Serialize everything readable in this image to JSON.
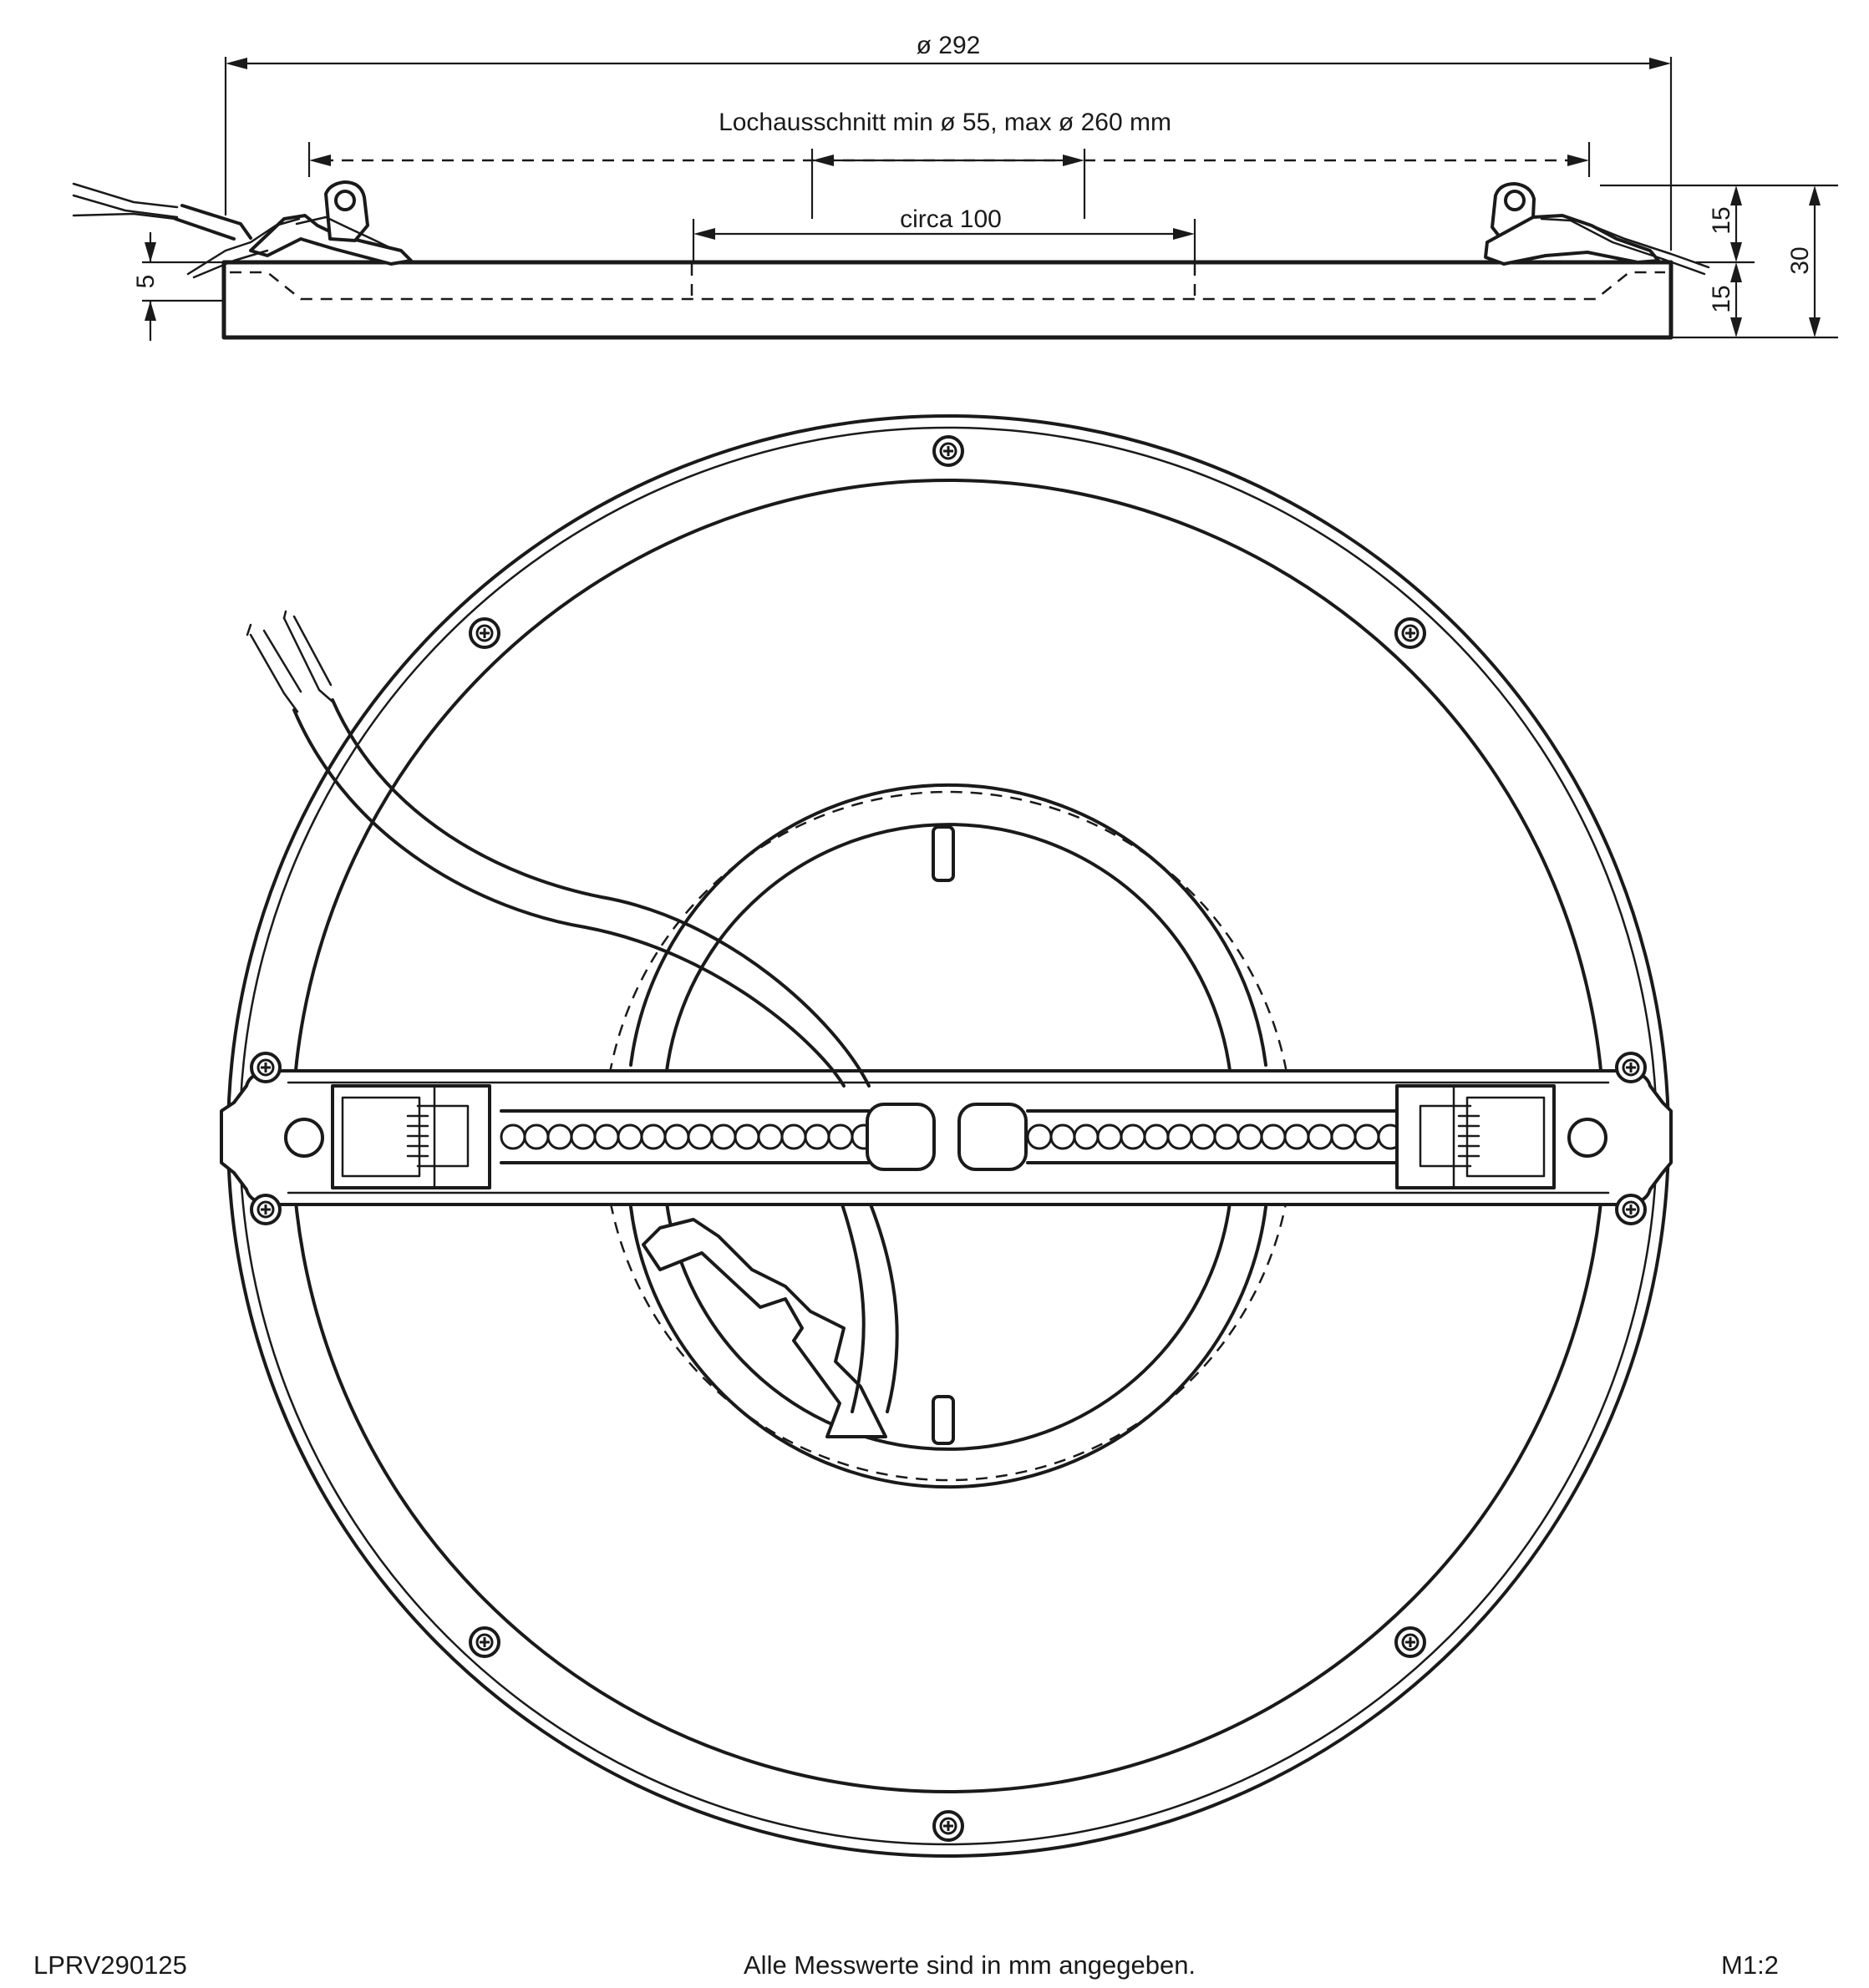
{
  "dimensions": {
    "outer_diameter": "ø 292",
    "hole_cutout": "Lochausschnitt min ø 55, max ø 260 mm",
    "spring_span": "circa 100",
    "edge_thickness": "5",
    "height_upper": "15",
    "height_lower": "15",
    "height_total": "30"
  },
  "footer": {
    "article_number": "LPRV290125",
    "note": "Alle Messwerte sind in mm angegeben.",
    "scale": "M1:2"
  }
}
